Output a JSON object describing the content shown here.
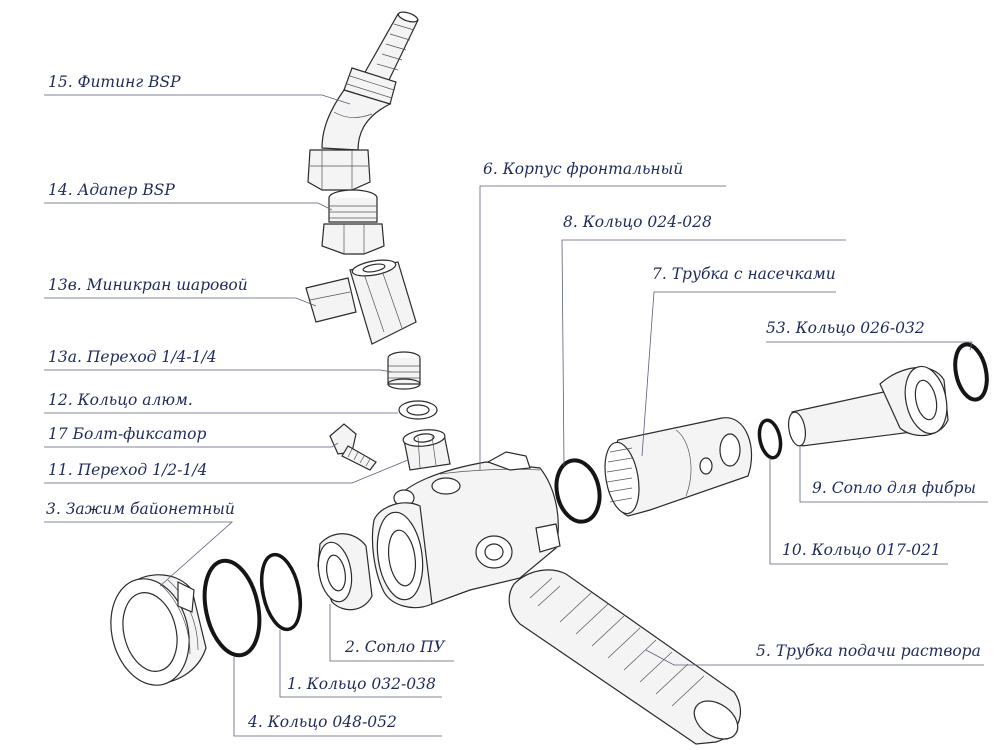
{
  "labels": {
    "l15": "15. Фитинг BSP",
    "l14": "14. Адапер BSP",
    "l13v": "13в. Миникран шаровой",
    "l13a": "13а. Переход 1/4-1/4",
    "l12": "12. Кольцо алюм.",
    "l17": "17 Болт-фиксатор",
    "l11": "11. Переход 1/2-1/4",
    "l3": "3. Зажим байонетный",
    "l6": "6. Корпус фронтальный",
    "l8": "8. Кольцо 024-028",
    "l7": "7. Трубка с насечками",
    "l53": "53. Кольцо 026-032",
    "l9": "9. Сопло для фибры",
    "l10": "10. Кольцо 017-021",
    "l5": "5. Трубка подачи раствора",
    "l2": "2. Сопло ПУ",
    "l1": "1. Кольцо 032-038",
    "l4": "4. Кольцо 048-052"
  },
  "colors": {
    "label_text": "#1f2a5a",
    "leader_line": "#5a5f7a",
    "drawing_ink": "#2b2b2b",
    "background": "#ffffff"
  }
}
